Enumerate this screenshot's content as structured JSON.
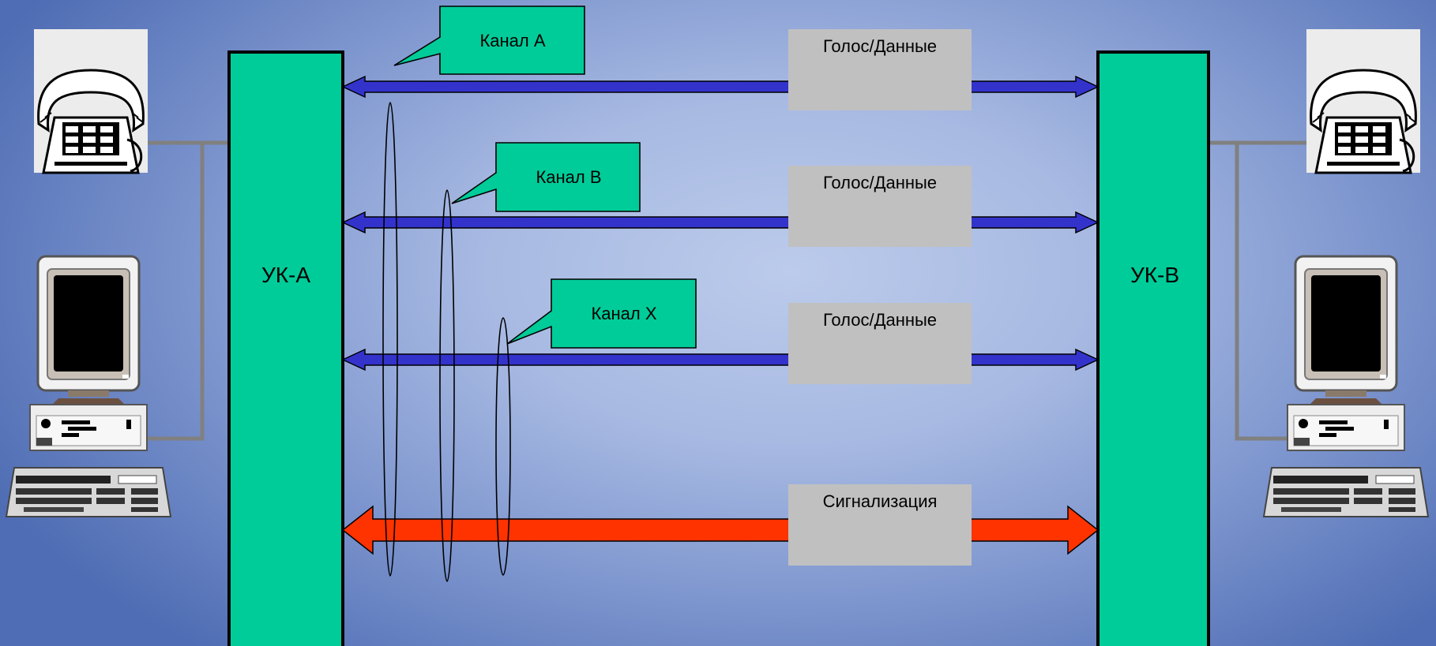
{
  "nodes": {
    "uk_a": "УК-А",
    "uk_b": "УК-В"
  },
  "channels": {
    "a": "Канал А",
    "b": "Канал В",
    "x": "Канал Х"
  },
  "links": [
    "Голос/Данные",
    "Голос/Данные",
    "Голос/Данные",
    "Сигнализация"
  ],
  "colors": {
    "switch_fill": "#00cc99",
    "data_arrow": "#3333cc",
    "signal_arrow": "#ff3300",
    "label_box": "#c0c0c0",
    "wire": "#808080"
  },
  "icons": {
    "phone_left": "telephone-icon",
    "computer_left": "computer-icon",
    "phone_right": "telephone-icon",
    "computer_right": "computer-icon"
  }
}
